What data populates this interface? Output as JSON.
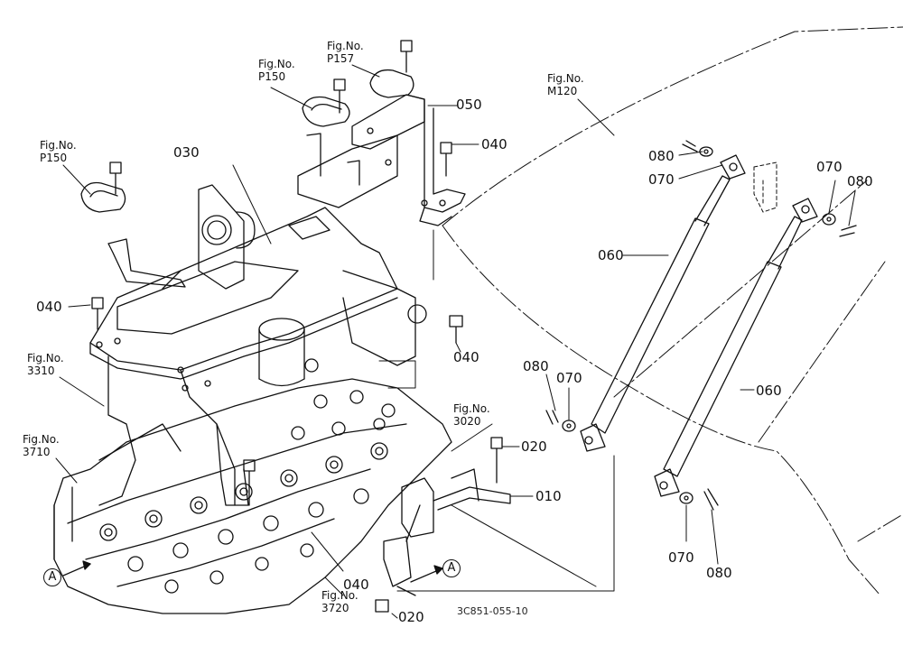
{
  "parts": {
    "p010": "010",
    "p020a": "020",
    "p020b": "020",
    "p030": "030",
    "p040a": "040",
    "p040b": "040",
    "p040c": "040",
    "p040d": "040",
    "p050": "050",
    "p060a": "060",
    "p060b": "060",
    "p070a": "070",
    "p070b": "070",
    "p070c": "070",
    "p070d": "070",
    "p080a": "080",
    "p080b": "080",
    "p080c": "080",
    "p080d": "080"
  },
  "figrefs": {
    "fig_prefix": "Fig.No.",
    "p150a": "P150",
    "p150b": "P150",
    "p157": "P157",
    "m120": "M120",
    "f3310": "3310",
    "f3710": "3710",
    "f3020": "3020",
    "f3720": "3720"
  },
  "markers": {
    "a_left": "A",
    "a_right": "A"
  },
  "drawing_code": "3C851-055-10"
}
